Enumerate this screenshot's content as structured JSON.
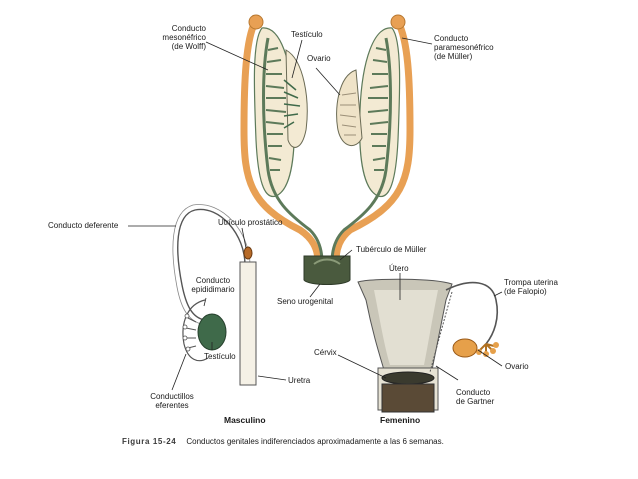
{
  "labels": {
    "conducto_mesonefrico": "Conducto\nmesonéfrico\n(de Wolff)",
    "testiculo_top": "Testículo",
    "ovario_top": "Ovario",
    "conducto_paramesonefrico": "Conducto\nparamesonéfrico\n(de Müller)",
    "conducto_deferente": "Conducto deferente",
    "utriculo_prostatico": "Utrículo prostático",
    "tuberculo_muller": "Tubérculo de Müller",
    "conducto_epididimario": "Conducto\nepididimario",
    "seno_urogenital": "Seno urogenital",
    "utero": "Útero",
    "trompa_uterina": "Trompa uterina\n(de Falopio)",
    "testiculo_bottom": "Testículo",
    "cervix": "Cérvix",
    "ovario_bottom": "Ovario",
    "uretra": "Uretra",
    "conductillos_eferentes": "Conductillos\neferentes",
    "conducto_gartner": "Conducto\nde Gartner",
    "masculino": "Masculino",
    "femenino": "Femenino"
  },
  "caption": {
    "number": "Figura 15-24",
    "text": "Conductos genitales indiferenciados aproximadamente a las 6 semanas."
  },
  "colors": {
    "orange_duct": "#e8a054",
    "green_duct": "#5d7a5a",
    "gonad_fill": "#f3ead3",
    "testis_green": "#3f6a4a",
    "ovary_orange": "#e6a04a",
    "uterus_gray": "#c9c6b8"
  }
}
